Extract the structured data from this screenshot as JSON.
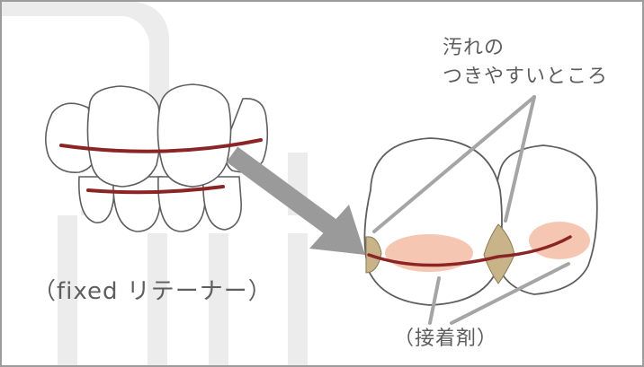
{
  "labels": {
    "dirty_spots_line1": "汚れの",
    "dirty_spots_line2": "つきやすいところ",
    "fixed_retainer": "（fixed リテーナー）",
    "adhesive": "（接着剤）"
  },
  "colors": {
    "frame_border": "#9c9c9c",
    "tooth_outline": "#5f5f5f",
    "wire": "#8b2424",
    "adhesive_highlight": "#f5c6b2",
    "adhesive_blob": "#c9b489",
    "arrow": "#9a9a9a",
    "leader_line": "#a5a5a5",
    "watermark": "#ececec"
  },
  "icons": {
    "watermark": "clinic-logo-watermark",
    "left_illustration": "fixed-retainer-teeth",
    "right_illustration": "front-teeth-closeup"
  }
}
